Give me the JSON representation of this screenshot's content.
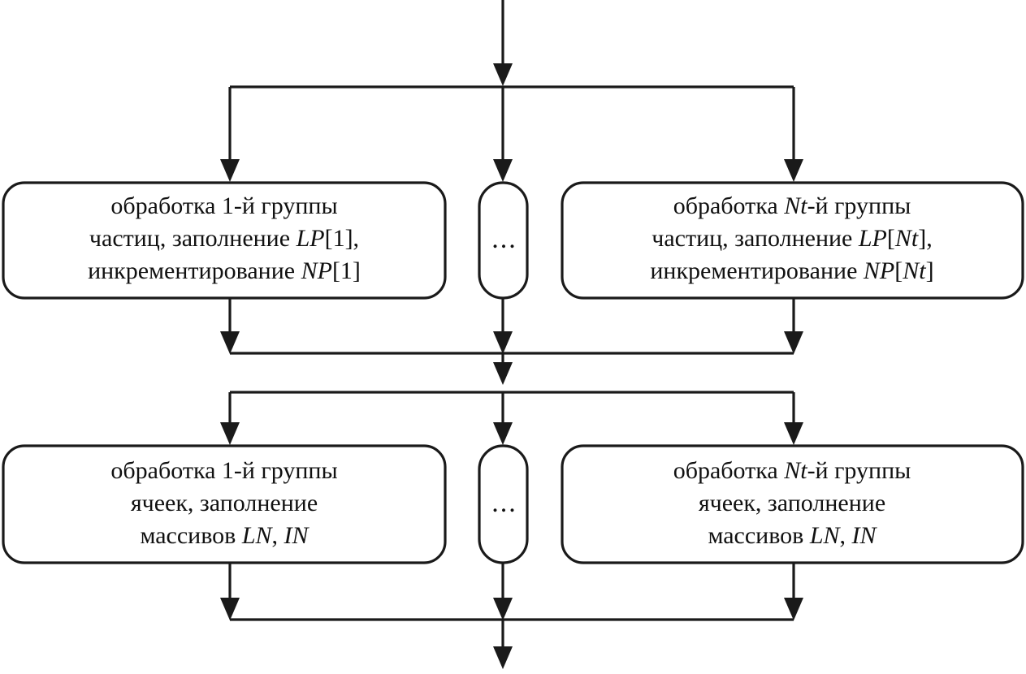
{
  "diagram": {
    "title": "Parallel particle and cell group processing flowchart",
    "language": "ru",
    "stroke_color": "#1a1a1a",
    "text_color": "#111111",
    "background_color": "#ffffff",
    "nodes": {
      "particles_first": {
        "id": "particles-first-group",
        "shape": "rounded-rect",
        "line1_a": "обработка 1-й группы",
        "line2_a": "частиц, заполнение ",
        "line2_i": "LP",
        "line2_b": "[1],",
        "line3_a": "инкрементирование ",
        "line3_i": "NP",
        "line3_b": "[1]"
      },
      "particles_ellipsis": {
        "id": "particles-ellipsis",
        "shape": "pill",
        "text": "..."
      },
      "particles_last": {
        "id": "particles-last-group",
        "shape": "rounded-rect",
        "line1_a": "обработка ",
        "line1_i": "Nt",
        "line1_b": "-й группы",
        "line2_a": "частиц, заполнение ",
        "line2_i": "LP",
        "line2_i2": "Nt",
        "line2_b": "[",
        "line2_c": "],",
        "line3_a": "инкрементирование ",
        "line3_i": "NP",
        "line3_i2": "Nt",
        "line3_b": "[",
        "line3_c": "]"
      },
      "cells_first": {
        "id": "cells-first-group",
        "shape": "rounded-rect",
        "line1_a": "обработка 1-й группы",
        "line2_a": "ячеек, заполнение",
        "line3_a": "массивов ",
        "line3_i": "LN",
        "line3_b": ", ",
        "line3_i2": "IN"
      },
      "cells_ellipsis": {
        "id": "cells-ellipsis",
        "shape": "pill",
        "text": "..."
      },
      "cells_last": {
        "id": "cells-last-group",
        "shape": "rounded-rect",
        "line1_a": "обработка ",
        "line1_i": "Nt",
        "line1_b": "-й группы",
        "line2_a": "ячеек, заполнение",
        "line3_a": "массивов ",
        "line3_i": "LN",
        "line3_b": ", ",
        "line3_i2": "IN"
      }
    },
    "connectors": {
      "entry_top": "incoming-flow-arrow",
      "fork_top": "fork-bar-to-particle-groups",
      "join_particles": "join-bar-from-particle-groups",
      "fork_cells": "fork-bar-to-cell-groups",
      "join_cells": "join-bar-from-cell-groups",
      "exit_bottom": "outgoing-flow-arrow"
    }
  }
}
